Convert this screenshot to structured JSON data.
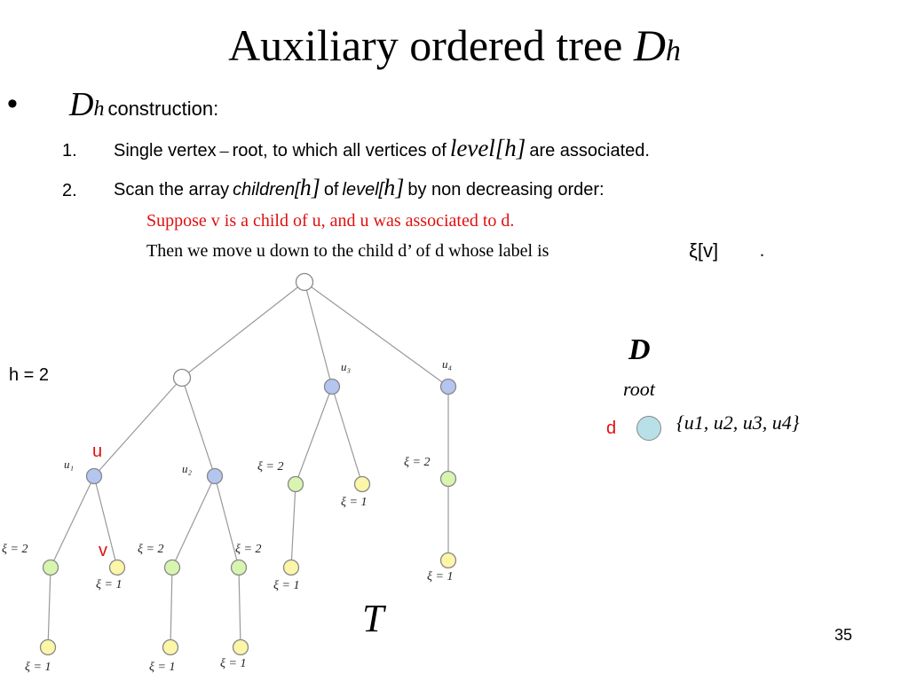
{
  "title": {
    "main": "Auxiliary ordered tree",
    "symbol": "D",
    "subscript": "h"
  },
  "bullet": {
    "mark": "•",
    "symbol": "D",
    "subscript": "h",
    "text": "construction:"
  },
  "steps": [
    {
      "num": "1.",
      "pre": "Single vertex",
      "dash": "–",
      "mid": "root, to which all vertices of",
      "var": "level[h]",
      "post": "are associated."
    },
    {
      "num": "2.",
      "pre": "Scan the array",
      "var1a": "children[",
      "var1b": "h]",
      "of": "of",
      "var2a": "level[",
      "var2b": "h]",
      "post": "by non decreasing order:"
    }
  ],
  "note_red": "Suppose v is a child of u, and u was associated to d.",
  "note_black": {
    "text": "Then we move u down to the child d’ of d whose label is",
    "label": "ξ[v]",
    "end": "."
  },
  "h_label": "h = 2",
  "tree_label": "T",
  "tree_nodes": [
    {
      "id": "r",
      "fill": "#ffffff"
    },
    {
      "id": "a",
      "fill": "#ffffff"
    },
    {
      "id": "u3",
      "fill": "#b4c6f0",
      "label": "u₃"
    },
    {
      "id": "u4",
      "fill": "#b4c6f0",
      "label": "u₄"
    },
    {
      "id": "u1",
      "fill": "#b4c6f0",
      "label": "u₁"
    },
    {
      "id": "u2",
      "fill": "#b4c6f0",
      "label": "u₂"
    },
    {
      "id": "g3",
      "fill": "#d8f5b0",
      "label": "ξ = 2"
    },
    {
      "id": "y3",
      "fill": "#fbf6a8",
      "label": "ξ = 1"
    },
    {
      "id": "g4",
      "fill": "#d8f5b0",
      "label": "ξ = 2"
    },
    {
      "id": "y4",
      "fill": "#fbf6a8",
      "label": "ξ = 1"
    },
    {
      "id": "g1",
      "fill": "#d8f5b0",
      "label": "ξ = 2"
    },
    {
      "id": "v",
      "fill": "#fbf6a8",
      "label": "ξ = 1"
    },
    {
      "id": "g2a",
      "fill": "#d8f5b0",
      "label": "ξ = 2"
    },
    {
      "id": "g2b",
      "fill": "#d8f5b0",
      "label": "ξ = 2"
    },
    {
      "id": "y3c",
      "fill": "#fbf6a8",
      "label": "ξ = 1"
    },
    {
      "id": "y1c",
      "fill": "#fbf6a8",
      "label": "ξ = 1"
    },
    {
      "id": "y2ac",
      "fill": "#fbf6a8",
      "label": "ξ = 1"
    },
    {
      "id": "y2bc",
      "fill": "#fbf6a8",
      "label": "ξ = 1"
    }
  ],
  "tree_edges": [
    [
      "r",
      "a"
    ],
    [
      "r",
      "u3"
    ],
    [
      "r",
      "u4"
    ],
    [
      "a",
      "u1"
    ],
    [
      "a",
      "u2"
    ],
    [
      "u3",
      "g3"
    ],
    [
      "u3",
      "y3"
    ],
    [
      "u4",
      "g4"
    ],
    [
      "g4",
      "y4"
    ],
    [
      "u1",
      "g1"
    ],
    [
      "u1",
      "v"
    ],
    [
      "u2",
      "g2a"
    ],
    [
      "u2",
      "g2b"
    ],
    [
      "g3",
      "y3c"
    ],
    [
      "g1",
      "y1c"
    ],
    [
      "g2a",
      "y2ac"
    ],
    [
      "g2b",
      "y2bc"
    ]
  ],
  "u_marker": "u",
  "v_marker": "v",
  "D_panel": {
    "title": "D",
    "root": "root",
    "d_label": "d",
    "set": "{u1, u2, u3, u4}",
    "node_fill": "#b8e0e8"
  },
  "page_number": "35"
}
